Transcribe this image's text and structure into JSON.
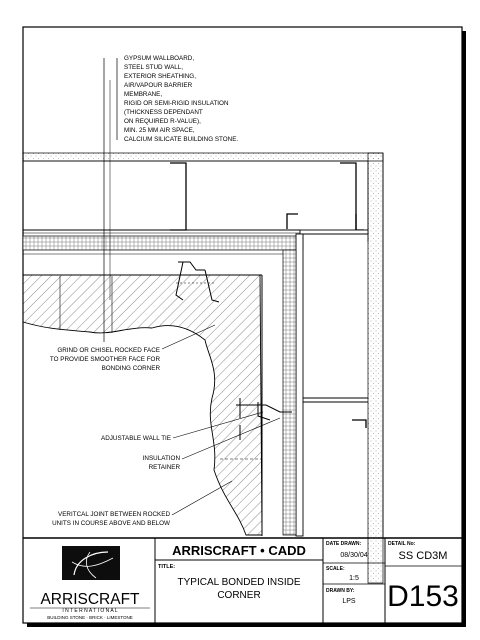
{
  "notes": {
    "wall_assembly": [
      "GYPSUM WALLBOARD,",
      "STEEL STUD WALL,",
      "EXTERIOR SHEATHING,",
      "AIR/VAPOUR BARRIER",
      "MEMBRANE,",
      "RIGID OR SEMI-RIGID INSULATION",
      "(THICKNESS DEPENDANT",
      "ON REQUIRED R-VALUE),",
      "MIN. 25 MM AIR SPACE,",
      "CALCIUM SILICATE BUILDING STONE."
    ],
    "rocked_face": [
      "GRIND OR CHISEL ROCKED FACE",
      "TO PROVIDE SMOOTHER FACE FOR",
      "BONDING CORNER"
    ],
    "wall_tie": [
      "ADJUSTABLE WALL TIE"
    ],
    "insulation_retainer": [
      "INSULATION",
      "RETAINER"
    ],
    "vertical_joint": [
      "VERITCAL JOINT BETWEEN ROCKED",
      "UNITS IN COURSE ABOVE AND BELOW"
    ]
  },
  "title_block": {
    "company": "ARRISCRAFT",
    "company_sub": "I N T E R N A T I O N A L",
    "company_tagline": "BUILDING STONE · BRICK · LIMESTONE",
    "header": "ARRISCRAFT • CADD",
    "title_label": "TITLE:",
    "title_lines": [
      "TYPICAL BONDED INSIDE",
      "CORNER"
    ],
    "date_label": "DATE DRAWN:",
    "date_value": "08/30/04",
    "scale_label": "SCALE:",
    "scale_value": "1:5",
    "drawn_label": "DRAWN BY:",
    "drawn_value": "LPS",
    "detail_label": "DETAIL No:",
    "detail_code": "SS CD3M",
    "detail_number": "D153"
  }
}
